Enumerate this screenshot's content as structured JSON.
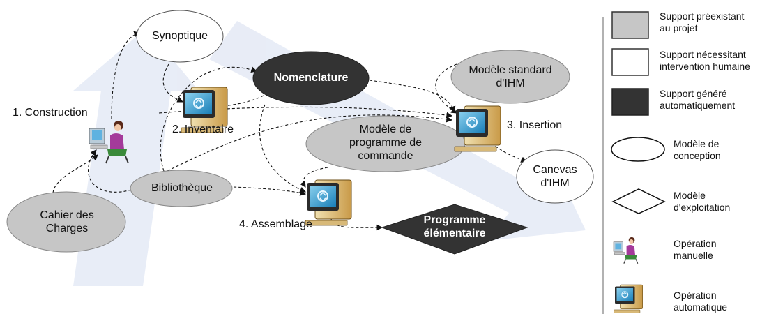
{
  "nodes": {
    "synoptique": "Synoptique",
    "nomenclature": "Nomenclature",
    "modele_standard": "Modèle standard\nd'IHM",
    "modele_programme": "Modèle de\nprogramme de\ncommande",
    "canevas": "Canevas\nd'IHM",
    "bibliotheque": "Bibliothèque",
    "cahier": "Cahier des\nCharges",
    "programme": "Programme\nélémentaire"
  },
  "steps": {
    "construction": "1. Construction",
    "inventaire": "2. Inventaire",
    "insertion": "3. Insertion",
    "assemblage": "4. Assemblage"
  },
  "legend": {
    "preexistant": "Support préexistant\nau projet",
    "humain": "Support nécessitant\nintervention humaine",
    "genere": "Support généré\nautomatiquement",
    "conception": "Modèle de\nconception",
    "exploitation": "Modèle\nd'exploitation",
    "manuelle": "Opération\nmanuelle",
    "automatique": "Opération\nautomatique"
  },
  "colors": {
    "grey": "#c6c6c6",
    "dark": "#333333",
    "arrow": "#e6ebf6"
  }
}
